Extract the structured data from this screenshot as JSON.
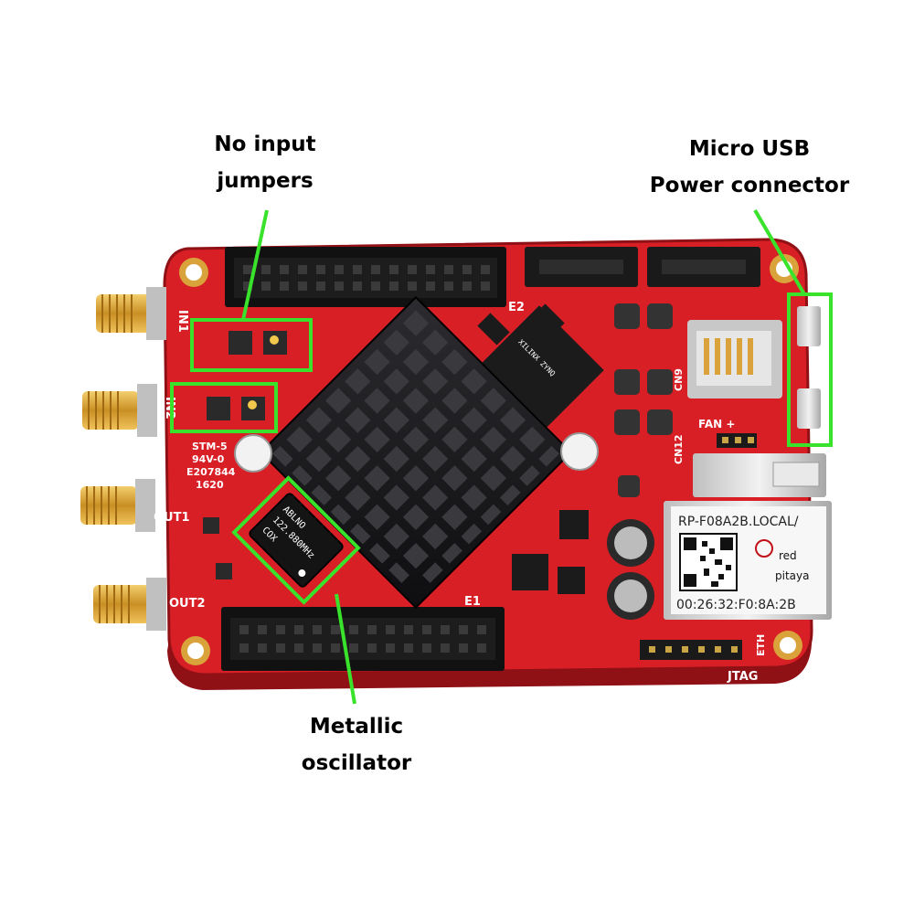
{
  "callouts": {
    "jumpers": [
      "No input",
      "jumpers"
    ],
    "usb": [
      "Micro USB",
      "Power connector"
    ],
    "oscillator": [
      "Metallic",
      "oscillator"
    ]
  },
  "board": {
    "ports": {
      "in1": "IN1",
      "in2": "IN2",
      "out1": "OUT1",
      "out2": "OUT2"
    },
    "silkscreen": {
      "stm": "STM-5",
      "rating": "94V-0",
      "code": "E207844",
      "date": "1620",
      "e1": "E1",
      "e2": "E2",
      "cn9": "CN9",
      "cn12": "CN12",
      "fan": "FAN +",
      "eth": "ETH",
      "jtag": "JTAG"
    },
    "oscillator_marking": [
      "ABLNO",
      "122.880MHz",
      "COX"
    ],
    "sticker": {
      "hostname": "RP-F08A2B.LOCAL/",
      "mac": "00:26:32:F0:8A:2B",
      "brand": [
        "red",
        "pitaya"
      ]
    }
  },
  "colors": {
    "pcb": "#d81f26",
    "pcb_dark": "#a3141a",
    "highlight": "#39e22b",
    "heatsink": "#1a1a1c",
    "gold": "#d9a23a"
  }
}
